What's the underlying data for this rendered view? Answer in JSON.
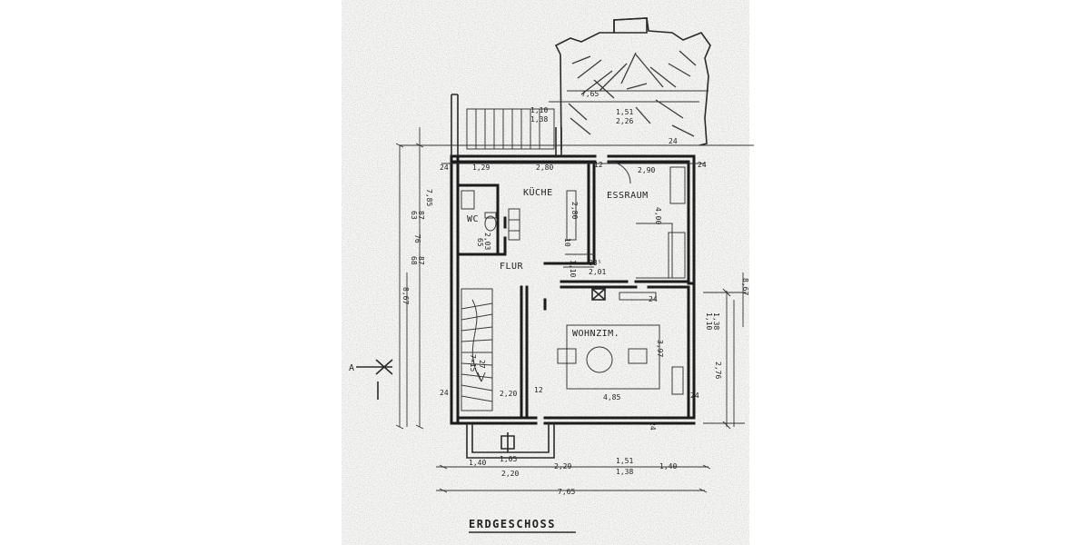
{
  "plan_title": "ERDGESCHOSS",
  "section_marker": "A",
  "rooms": {
    "kueche": "KÜCHE",
    "essraum": "ESSRAUM",
    "wc": "WC",
    "flur": "FLUR",
    "wohnzimmer": "WOHNZIM."
  },
  "dimensions": {
    "terrace_width": "7,65",
    "top_1_10": "1,10",
    "top_1_38": "1,38",
    "top_1_51": "1,51",
    "top_2_26": "2,26",
    "side_7_85": "7,85",
    "row_24a": "24",
    "row_1_29": "1,29",
    "row_2_80": "2,80",
    "row_12": "12",
    "row_2_90": "2,90",
    "row_24b": "24",
    "top_24c": "24",
    "kueche_depth": "2,80",
    "essraum_depth": "4,00",
    "wc_63": "63",
    "wc_87": "87",
    "wc_76": "76",
    "wc_68": "68",
    "wc_87b": "87",
    "wc_65": "65",
    "wc_2_03": "2,03",
    "flur_10": "10",
    "flur_1_10": "1,10",
    "flur_88": "88⁵",
    "flur_2_01": "2,01",
    "left_8_67": "8,67",
    "wz_24a": "24",
    "right_1_10": "1,10",
    "right_1_38": "1,38",
    "wz_3_97": "3,97",
    "right_2_76": "2,76",
    "stair_7_15": "7×15",
    "stair_27": "27",
    "wz_24b": "24",
    "stair_2_20": "2,20",
    "wz_12": "12",
    "wz_4_85": "4,85",
    "wz_24c": "24",
    "wz_24d": "24",
    "bot_1_40a": "1,40",
    "bot_1_05": "1,05",
    "bot_2_20": "2,20",
    "bot_2_29": "2,29",
    "bot_1_51": "1,51",
    "bot_1_38": "1,38",
    "bot_1_40b": "1,40",
    "bot_7_65": "7,65",
    "right_edge": "8,67"
  }
}
